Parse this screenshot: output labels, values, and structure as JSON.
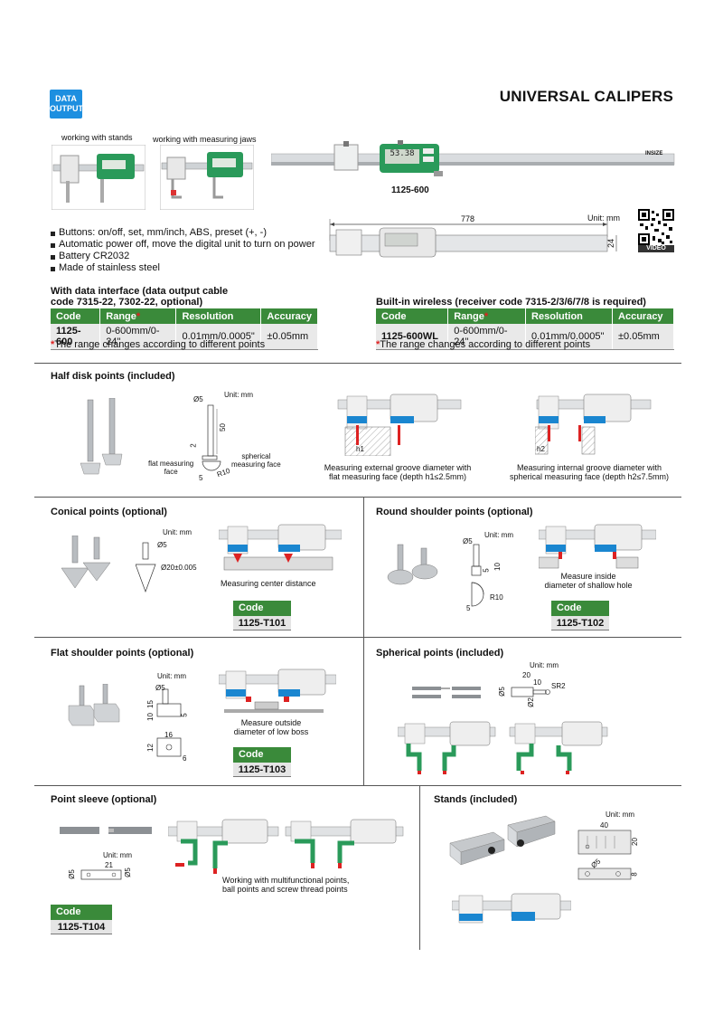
{
  "header": {
    "badge_line1": "DATA",
    "badge_line2": "OUTPUT",
    "title": "UNIVERSAL CALIPERS",
    "caption_stands": "working with stands",
    "caption_jaws": "working with measuring jaws",
    "product_model": "1125-600",
    "lcd_reading": "53.38",
    "brand": "INSIZE",
    "dim_length": "778",
    "dim_height": "24",
    "unit": "Unit: mm",
    "qr_label": "VIDEO"
  },
  "features": [
    "Buttons: on/off, set, mm/inch, ABS, preset (+, -)",
    "Automatic power off, move the digital unit to turn on power",
    "Battery CR2032",
    "Made of stainless steel"
  ],
  "table_left": {
    "heading_line1": "With data interface (data output cable",
    "heading_line2": "code 7315-22, 7302-22, optional)",
    "headers": [
      "Code",
      "Range",
      "Resolution",
      "Accuracy"
    ],
    "rows": [
      [
        "1125-600",
        "0-600mm/0-24\"",
        "0.01mm/0.0005\"",
        "±0.05mm"
      ]
    ],
    "note": "The range changes according to different points"
  },
  "table_right": {
    "heading": "Built-in wireless (receiver code 7315-2/3/6/7/8 is required)",
    "headers": [
      "Code",
      "Range",
      "Resolution",
      "Accuracy"
    ],
    "rows": [
      [
        "1125-600WL",
        "0-600mm/0-24\"",
        "0.01mm/0.0005\"",
        "±0.05mm"
      ]
    ],
    "note": "The range changes according to different points"
  },
  "asterisk": "*",
  "half_disk": {
    "title": "Half disk points (included)",
    "unit": "Unit: mm",
    "dia": "Ø5",
    "len": "50",
    "thick": "2",
    "base": "5",
    "radius": "R10",
    "flat_label_1": "flat measuring",
    "flat_label_2": "face",
    "sph_label_1": "spherical",
    "sph_label_2": "measuring face",
    "caption_ext_1": "Measuring external groove diameter with",
    "caption_ext_2": "flat measuring face (depth h1≤2.5mm)",
    "caption_int_1": "Measuring internal groove diameter with",
    "caption_int_2": "spherical measuring face (depth h2≤7.5mm)",
    "h1": "h1",
    "h2": "h2"
  },
  "conical": {
    "title": "Conical points (optional)",
    "unit": "Unit: mm",
    "dia": "Ø5",
    "dia2": "Ø20±0.005",
    "caption": "Measuring center distance",
    "code_label": "Code",
    "code": "1125-T101"
  },
  "round_shoulder": {
    "title": "Round shoulder points (optional)",
    "unit": "Unit: mm",
    "dia": "Ø5",
    "d1": "5",
    "d2": "10",
    "d3": "5",
    "radius": "R10",
    "caption_1": "Measure inside",
    "caption_2": "diameter of shallow hole",
    "code_label": "Code",
    "code": "1125-T102"
  },
  "flat_shoulder": {
    "title": "Flat shoulder points (optional)",
    "unit": "Unit: mm",
    "dia": "Ø5",
    "d15": "15",
    "d10": "10",
    "d5": "5",
    "d16": "16",
    "d12": "12",
    "d6": "6",
    "caption_1": "Measure outside",
    "caption_2": "diameter of low boss",
    "code_label": "Code",
    "code": "1125-T103"
  },
  "spherical": {
    "title": "Spherical points (included)",
    "unit": "Unit: mm",
    "d20": "20",
    "d10": "10",
    "dia5": "Ø5",
    "dia2": "Ø2",
    "sr": "SR2"
  },
  "point_sleeve": {
    "title": "Point sleeve (optional)",
    "unit": "Unit: mm",
    "d21": "21",
    "dia5a": "Ø5",
    "dia5b": "Ø5",
    "caption_1": "Working with multifunctional points,",
    "caption_2": "ball points and screw thread points",
    "code_label": "Code",
    "code": "1125-T104"
  },
  "stands": {
    "title": "Stands (included)",
    "unit": "Unit: mm",
    "d40": "40",
    "d20": "20",
    "d8": "8",
    "dia5": "Ø5"
  },
  "colors": {
    "badge": "#1d8fe0",
    "table_header": "#3a8a3a",
    "table_cell": "#e9e9e9",
    "asterisk": "#e02020",
    "caliper_green": "#2a9a5a",
    "blue_part": "#1a86d0"
  }
}
